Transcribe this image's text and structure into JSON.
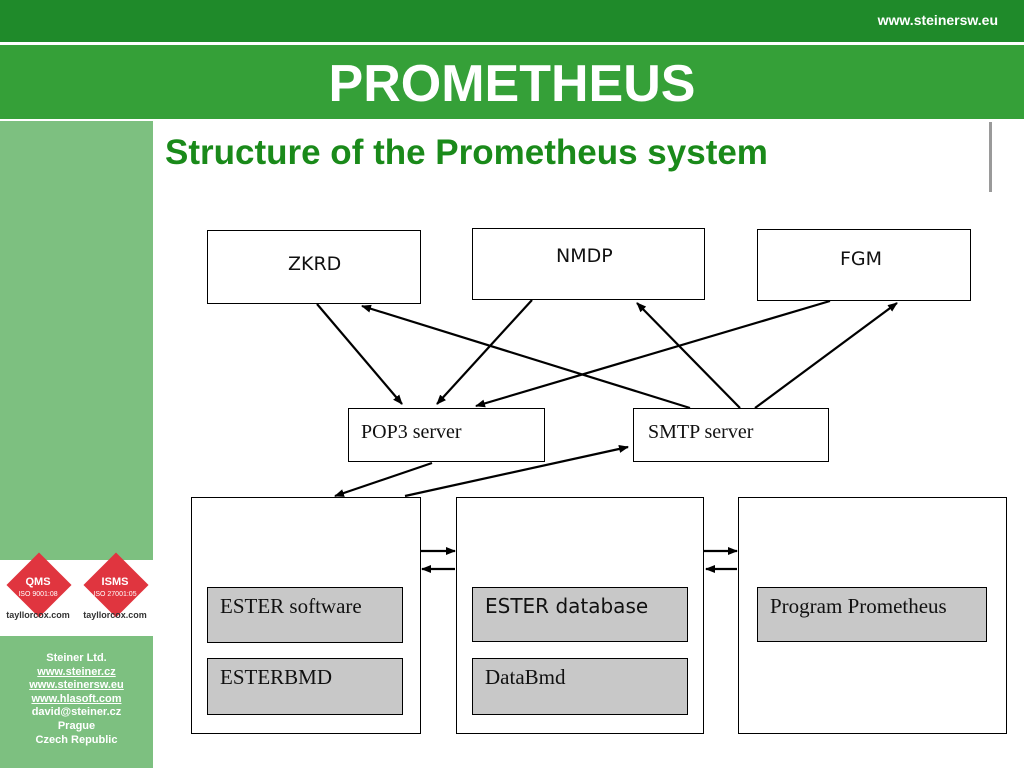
{
  "header": {
    "url": "www.steinersw.eu",
    "title": "PROMETHEUS"
  },
  "slide": {
    "subtitle": "Structure of the Prometheus system"
  },
  "sidebar": {
    "badges": [
      {
        "name": "QMS",
        "standard": "ISO 9001:08",
        "brand": "tayllorcox.com"
      },
      {
        "name": "ISMS",
        "standard": "ISO 27001:05",
        "brand": "tayllorcox.com"
      }
    ],
    "contact": {
      "company": "Steiner Ltd.",
      "links": [
        "www.steiner.cz",
        "www.steinersw.eu",
        "www.hlasoft.com"
      ],
      "email": "david@steiner.cz",
      "city": "Prague",
      "country": "Czech Republic"
    }
  },
  "diagram": {
    "nodes": {
      "zkrd": "ZKRD",
      "nmdp": "NMDP",
      "fgm": "FGM",
      "pop3": "POP3 server",
      "smtp": "SMTP server",
      "ester_software": "ESTER software",
      "esterbmd": "ESTERBMD",
      "ester_database": "ESTER  database",
      "databmd": "DataBmd",
      "program_prometheus": "Program Prometheus"
    }
  }
}
